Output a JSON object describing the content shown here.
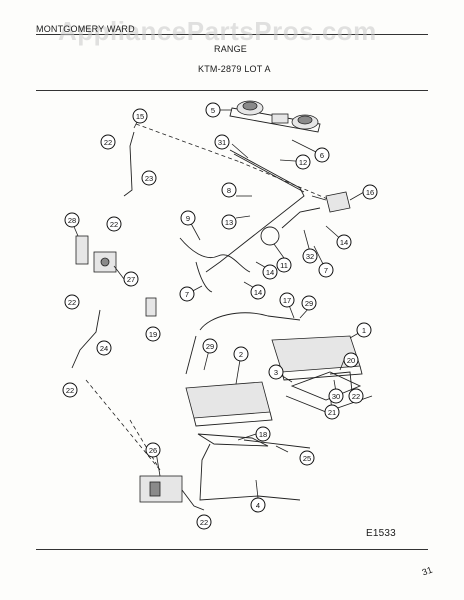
{
  "header": {
    "brand": "MONTGOMERY WARD",
    "watermark": "AppliancePartsPros.com",
    "title": "RANGE",
    "model": "KTM-2879 LOT A"
  },
  "footer": {
    "diagram_code": "E1533",
    "corner_mark": "31"
  },
  "callouts": [
    "1",
    "2",
    "3",
    "4",
    "5",
    "6",
    "7",
    "8",
    "9",
    "11",
    "12",
    "13",
    "14",
    "15",
    "16",
    "17",
    "18",
    "19",
    "20",
    "21",
    "22",
    "23",
    "24",
    "25",
    "26",
    "27",
    "28",
    "29",
    "30",
    "31",
    "32"
  ]
}
